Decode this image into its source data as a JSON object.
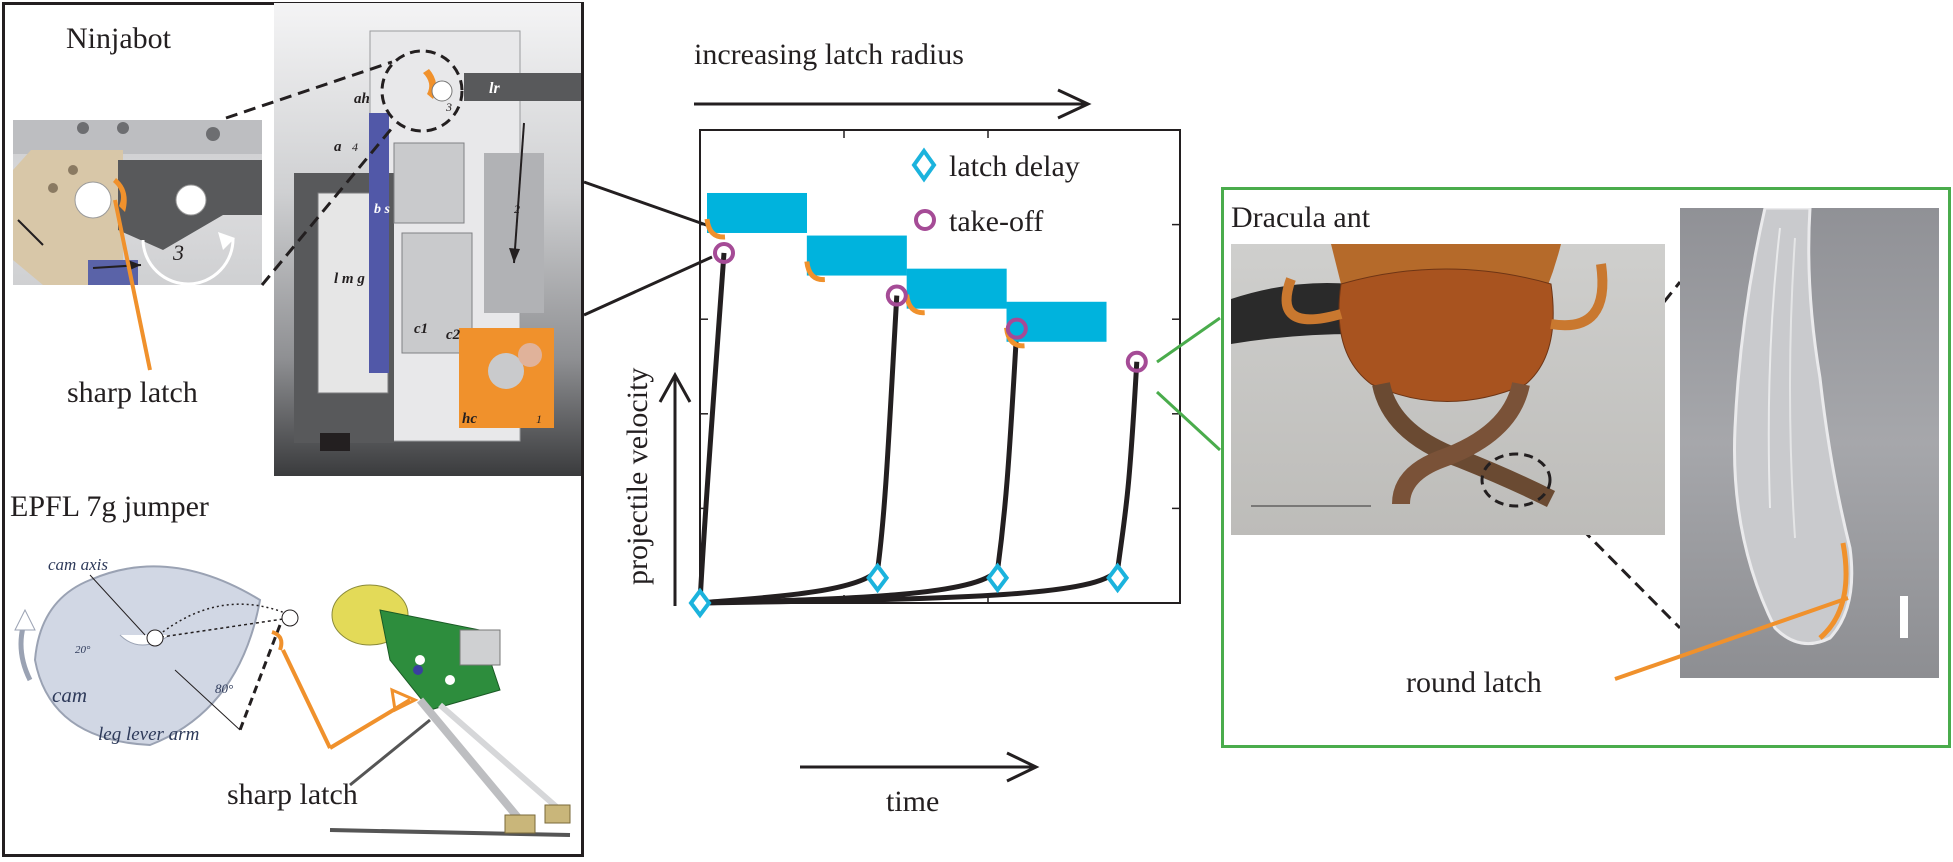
{
  "left_panel": {
    "ninjabot_title": "Ninjabot",
    "sharp_latch_top": "sharp latch",
    "epfl_title": "EPFL 7g  jumper",
    "cam_axis": "cam axis",
    "cam": "cam",
    "leg_lever_arm": "leg lever arm",
    "angle_20": "20°",
    "angle_80": "80°",
    "sharp_latch_bottom": "sharp latch",
    "closeup_number": "3",
    "robot_labels": {
      "ah": "ah",
      "a": "a",
      "lr": "lr",
      "bs": "b s",
      "lmg": "l m g",
      "c1": "c1",
      "c2": "c2",
      "hc": "hc",
      "n1": "1",
      "n2": "2",
      "n3": "3",
      "n4": "4"
    }
  },
  "chart": {
    "top_arrow_label": "increasing latch radius",
    "legend": {
      "latch_delay": "latch delay",
      "take_off": "take-off"
    },
    "ylabel": "projectile velocity",
    "xlabel": "time"
  },
  "chart_data": {
    "type": "line",
    "title": "",
    "xlabel": "time",
    "ylabel": "projectile velocity",
    "grid": false,
    "legend": "top-right",
    "series": [
      {
        "latch_delay": 0.0,
        "take_off_time": 0.05,
        "take_off_velocity": 0.74
      },
      {
        "latch_delay": 0.37,
        "take_off_time": 0.41,
        "take_off_velocity": 0.65
      },
      {
        "latch_delay": 0.62,
        "take_off_time": 0.66,
        "take_off_velocity": 0.58
      },
      {
        "latch_delay": 0.87,
        "take_off_time": 0.91,
        "take_off_velocity": 0.51
      }
    ],
    "colors": {
      "latch_box": "#00b3dd",
      "latch_edge": "#f0912c",
      "delay_marker": "#1bb3dd",
      "takeoff_marker": "#a54b96",
      "curve": "#231f20"
    }
  },
  "right_panel": {
    "title": "Dracula ant",
    "round_latch": "round latch",
    "border_color": "#4aac4c"
  }
}
